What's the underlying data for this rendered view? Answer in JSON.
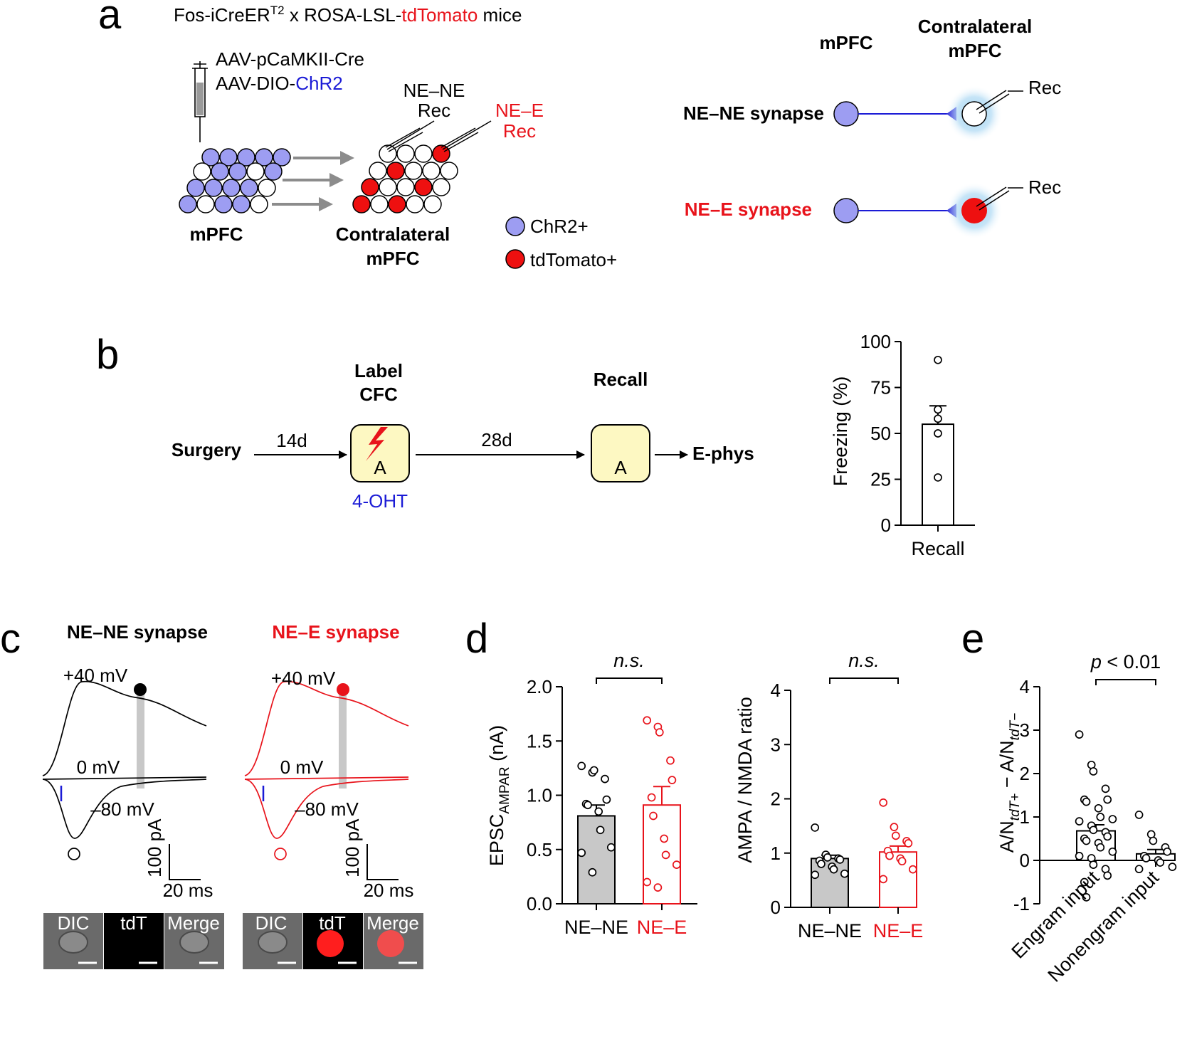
{
  "panels": {
    "a": "a",
    "b": "b",
    "c": "c",
    "d": "d",
    "e": "e"
  },
  "a": {
    "mice_prefix": "Fos-iCreER",
    "mice_sup": "T2",
    "mice_mid": " x ROSA-LSL-",
    "mice_red": "tdTomato",
    "mice_suffix": " mice",
    "virus1": "AAV-pCaMKII-Cre",
    "virus2_prefix": "AAV-DIO-",
    "virus2_blue": "ChR2",
    "rec_nene_1": "NE–NE",
    "rec_nene_2": "Rec",
    "rec_nee_1": "NE–E",
    "rec_nee_2": "Rec",
    "label_mpfc": "mPFC",
    "label_contra_1": "Contralateral",
    "label_contra_2": "mPFC",
    "legend_chr2": "ChR2+",
    "legend_tdt": "tdTomato+",
    "right_mpfc": "mPFC",
    "right_contra_1": "Contralateral",
    "right_contra_2": "mPFC",
    "nene_synapse": "NE–NE synapse",
    "nee_synapse": "NE–E synapse",
    "rec1": "Rec",
    "rec2": "Rec"
  },
  "b": {
    "surgery": "Surgery",
    "d14": "14d",
    "label_cfc_1": "Label",
    "label_cfc_2": "CFC",
    "box1": "A",
    "ohT": "4-OHT",
    "d28": "28d",
    "recall": "Recall",
    "box2": "A",
    "ephys": "E-phys"
  },
  "c": {
    "nene_title": "NE–NE synapse",
    "nee_title": "NE–E synapse",
    "plus40": "+40 mV",
    "zero": "0 mV",
    "minus80": "–80 mV",
    "scale_y": "100 pA",
    "scale_x": "20 ms",
    "img_labels": [
      "DIC",
      "tdT",
      "Merge"
    ]
  },
  "chart_data": [
    {
      "type": "bar",
      "id": "freezing",
      "categories": [
        "Recall"
      ],
      "values": [
        55
      ],
      "error": [
        10
      ],
      "points": [
        [
          90,
          63,
          58,
          50,
          26
        ]
      ],
      "ylabel": "Freezing (%)",
      "ylim": [
        0,
        100
      ],
      "yticks": [
        "0",
        "25",
        "50",
        "75",
        "100"
      ]
    },
    {
      "type": "bar",
      "id": "epsc",
      "categories": [
        "NE–NE",
        "NE–E"
      ],
      "values": [
        0.81,
        0.91
      ],
      "error": [
        0.1,
        0.17
      ],
      "points": [
        [
          1.27,
          1.21,
          1.23,
          1.15,
          0.96,
          0.92,
          0.91,
          0.85,
          0.68,
          0.52,
          0.47,
          0.29
        ],
        [
          1.69,
          1.63,
          1.58,
          1.32,
          1.14,
          0.98,
          0.81,
          0.6,
          0.45,
          0.36,
          0.2,
          0.15
        ]
      ],
      "colors": [
        "#000000",
        "#e8131b"
      ],
      "ylabel_main": "EPSC",
      "ylabel_sub": "AMPAR",
      "ylabel_unit": " (nA)",
      "ylim": [
        0,
        2
      ],
      "yticks": [
        "0.0",
        "0.5",
        "1.0",
        "1.5",
        "2.0"
      ],
      "annotation": "n.s."
    },
    {
      "type": "bar",
      "id": "ampa_nmda",
      "categories": [
        "NE–NE",
        "NE–E"
      ],
      "values": [
        0.9,
        1.02
      ],
      "error": [
        0.06,
        0.11
      ],
      "points": [
        [
          1.47,
          0.97,
          0.92,
          0.9,
          0.88,
          0.86,
          0.8,
          0.75,
          0.7,
          0.62,
          0.6
        ],
        [
          1.93,
          1.48,
          1.32,
          1.22,
          1.18,
          1.04,
          0.95,
          0.9,
          0.85,
          0.7,
          0.52
        ]
      ],
      "colors": [
        "#000000",
        "#e8131b"
      ],
      "ylabel": "AMPA / NMDA ratio",
      "ylim": [
        0,
        4
      ],
      "yticks": [
        "0",
        "1",
        "2",
        "3",
        "4"
      ],
      "annotation": "n.s."
    },
    {
      "type": "bar",
      "id": "an_diff",
      "categories": [
        "Engram input",
        "Nonengram input"
      ],
      "values": [
        0.68,
        0.15
      ],
      "error": [
        0.14,
        0.1
      ],
      "points": [
        [
          2.9,
          2.2,
          2.05,
          1.65,
          1.4,
          1.4,
          1.35,
          1.2,
          1.0,
          0.95,
          0.9,
          0.8,
          0.7,
          0.65,
          0.55,
          0.5,
          0.45,
          0.4,
          0.3,
          0.2,
          0.1,
          0.05,
          -0.1,
          -0.2,
          -0.35,
          -0.5,
          -0.85
        ],
        [
          1.05,
          0.6,
          0.45,
          0.3,
          0.2,
          0.1,
          0.05,
          0.0,
          -0.05,
          -0.15,
          -0.2
        ]
      ],
      "colors": [
        "#000000",
        "#000000"
      ],
      "ylabel": "A/N",
      "ylim": [
        -1,
        4
      ],
      "yticks": [
        "-1",
        "0",
        "1",
        "2",
        "3",
        "4"
      ],
      "annotation": "p < 0.01"
    }
  ]
}
